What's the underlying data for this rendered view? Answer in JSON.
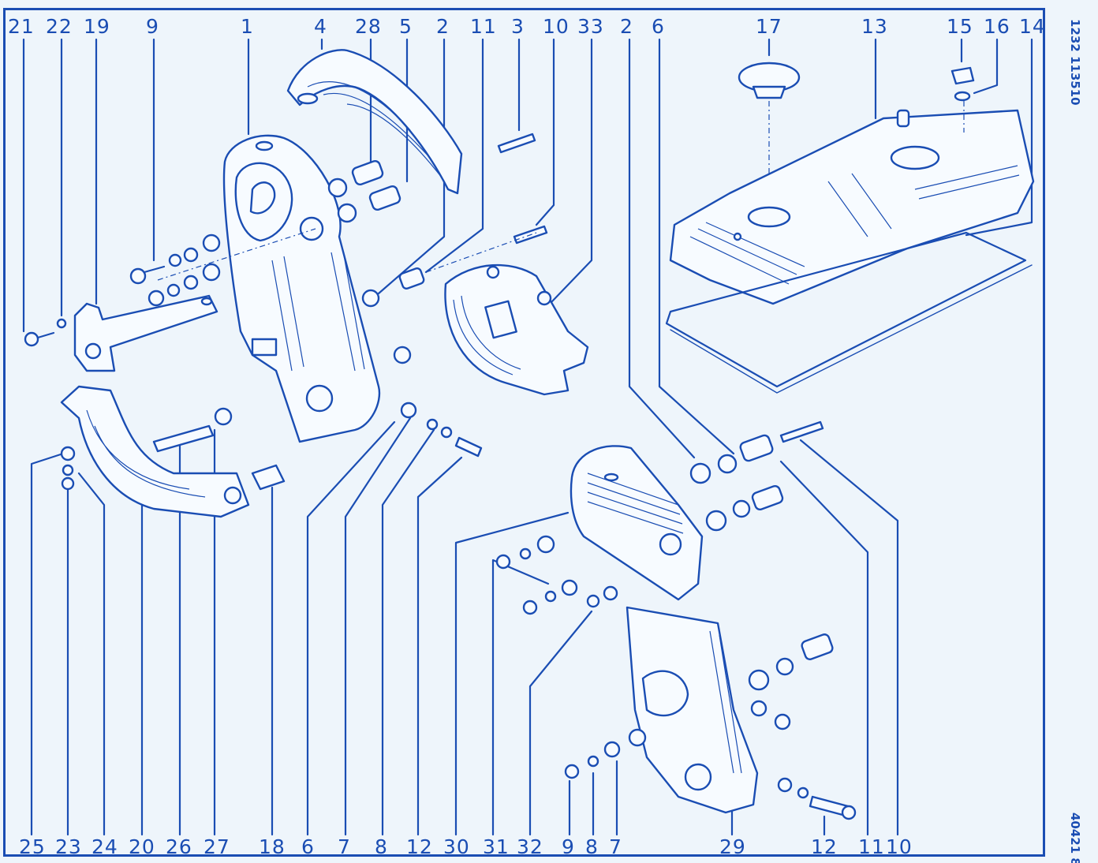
{
  "top_callouts": [
    "21",
    "22",
    "19",
    "9",
    "1",
    "4",
    "28",
    "5",
    "2",
    "11",
    "3",
    "10",
    "33",
    "2",
    "6",
    "17",
    "13",
    "15",
    "16",
    "14"
  ],
  "bottom_callouts": [
    "25",
    "23",
    "24",
    "20",
    "26",
    "27",
    "18",
    "6",
    "7",
    "8",
    "12",
    "30",
    "31",
    "32",
    "9",
    "8",
    "7",
    "29",
    "12",
    "11",
    "10"
  ],
  "side_labels": {
    "top": "1232  113510",
    "bottom": "40421 8"
  },
  "ink_color": "#1a4db3",
  "paper_color": "#eef5fb"
}
